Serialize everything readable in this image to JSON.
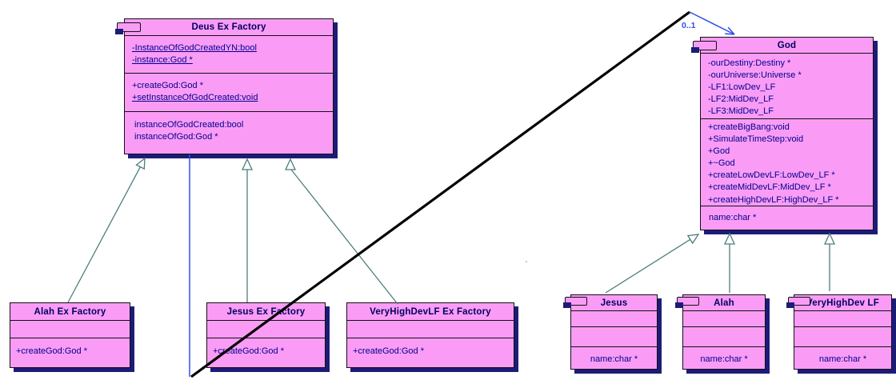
{
  "association": {
    "multiplicity": "0..1"
  },
  "colors": {
    "box_fill": "#fa9cf5",
    "box_shadow": "#1c1c78",
    "box_border": "#111111",
    "title_text": "#000060",
    "member_text": "#00008f",
    "inheritance_line": "#4e7d7d",
    "association_line": "#3050e8",
    "cross_line": "#000000"
  },
  "classes": {
    "deus": {
      "title": "Deus Ex Factory",
      "attrs": [
        "-InstanceOfGodCreatedYN:bool",
        "-instance:God *"
      ],
      "methods": [
        "+createGod:God *",
        "+setInstanceOfGodCreated:void"
      ],
      "extras": [
        "instanceOfGodCreated:bool",
        "instanceOfGod:God *"
      ]
    },
    "god": {
      "title": "God",
      "attrs": [
        "-ourDestiny:Destiny *",
        "-ourUniverse:Universe *",
        "-LF1:LowDev_LF",
        "-LF2:MidDev_LF",
        "-LF3:MidDev_LF"
      ],
      "methods": [
        "+createBigBang:void",
        "+SimulateTimeStep:void",
        "+God",
        "+~God",
        "+createLowDevLF:LowDev_LF *",
        "+createMidDevLF:MidDev_LF *",
        "+createHighDevLF:HighDev_LF *"
      ],
      "extras": [
        "name:char *"
      ]
    },
    "alah_factory": {
      "title": "Alah Ex Factory",
      "methods": [
        "+createGod:God *"
      ]
    },
    "jesus_factory": {
      "title": "Jesus Ex Factory",
      "methods": [
        "+createGod:God *"
      ]
    },
    "vhd_factory": {
      "title": "VeryHighDevLF Ex Factory",
      "methods": [
        "+createGod:God *"
      ]
    },
    "jesus": {
      "title": "Jesus",
      "extras": [
        "name:char *"
      ]
    },
    "alah": {
      "title": "Alah",
      "extras": [
        "name:char *"
      ]
    },
    "vhd": {
      "title": "VeryHighDev LF",
      "extras": [
        "name:char *"
      ]
    }
  }
}
